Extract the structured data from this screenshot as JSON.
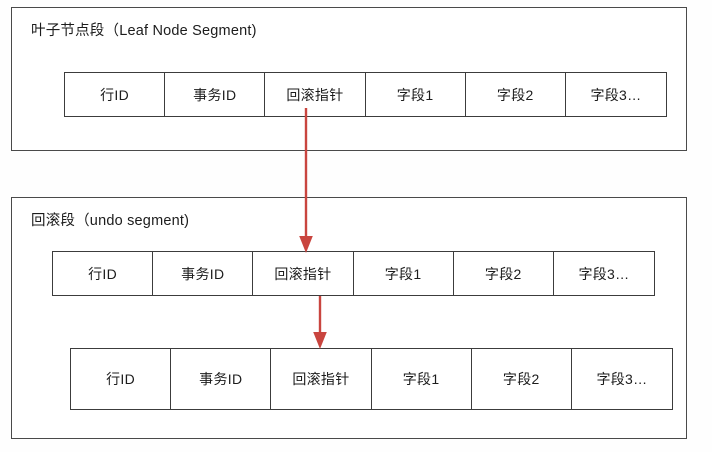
{
  "diagram": {
    "title_accent_color": "#c9302c",
    "line_color": "#3c3c3c",
    "background": "#fefefe"
  },
  "segments": [
    {
      "id": "leaf-node-segment",
      "title": "叶子节点段（Leaf Node Segment)",
      "rows": [
        {
          "id": "leaf-record-row",
          "cells": [
            "行ID",
            "事务ID",
            "回滚指针",
            "字段1",
            "字段2",
            "字段3…"
          ]
        }
      ]
    },
    {
      "id": "undo-segment",
      "title": "回滚段（undo segment)",
      "rows": [
        {
          "id": "undo-record-row-1",
          "cells": [
            "行ID",
            "事务ID",
            "回滚指针",
            "字段1",
            "字段2",
            "字段3…"
          ]
        },
        {
          "id": "undo-record-row-2",
          "cells": [
            "行ID",
            "事务ID",
            "回滚指针",
            "字段1",
            "字段2",
            "字段3…"
          ]
        }
      ]
    }
  ],
  "arrows": [
    {
      "id": "rollback-pointer-arrow-1",
      "from": "leaf-record-row.回滚指针",
      "to": "undo-record-row-1.回滚指针",
      "color": "#c9453f"
    },
    {
      "id": "rollback-pointer-arrow-2",
      "from": "undo-record-row-1.回滚指针",
      "to": "undo-record-row-2.回滚指针",
      "color": "#c9453f"
    }
  ]
}
